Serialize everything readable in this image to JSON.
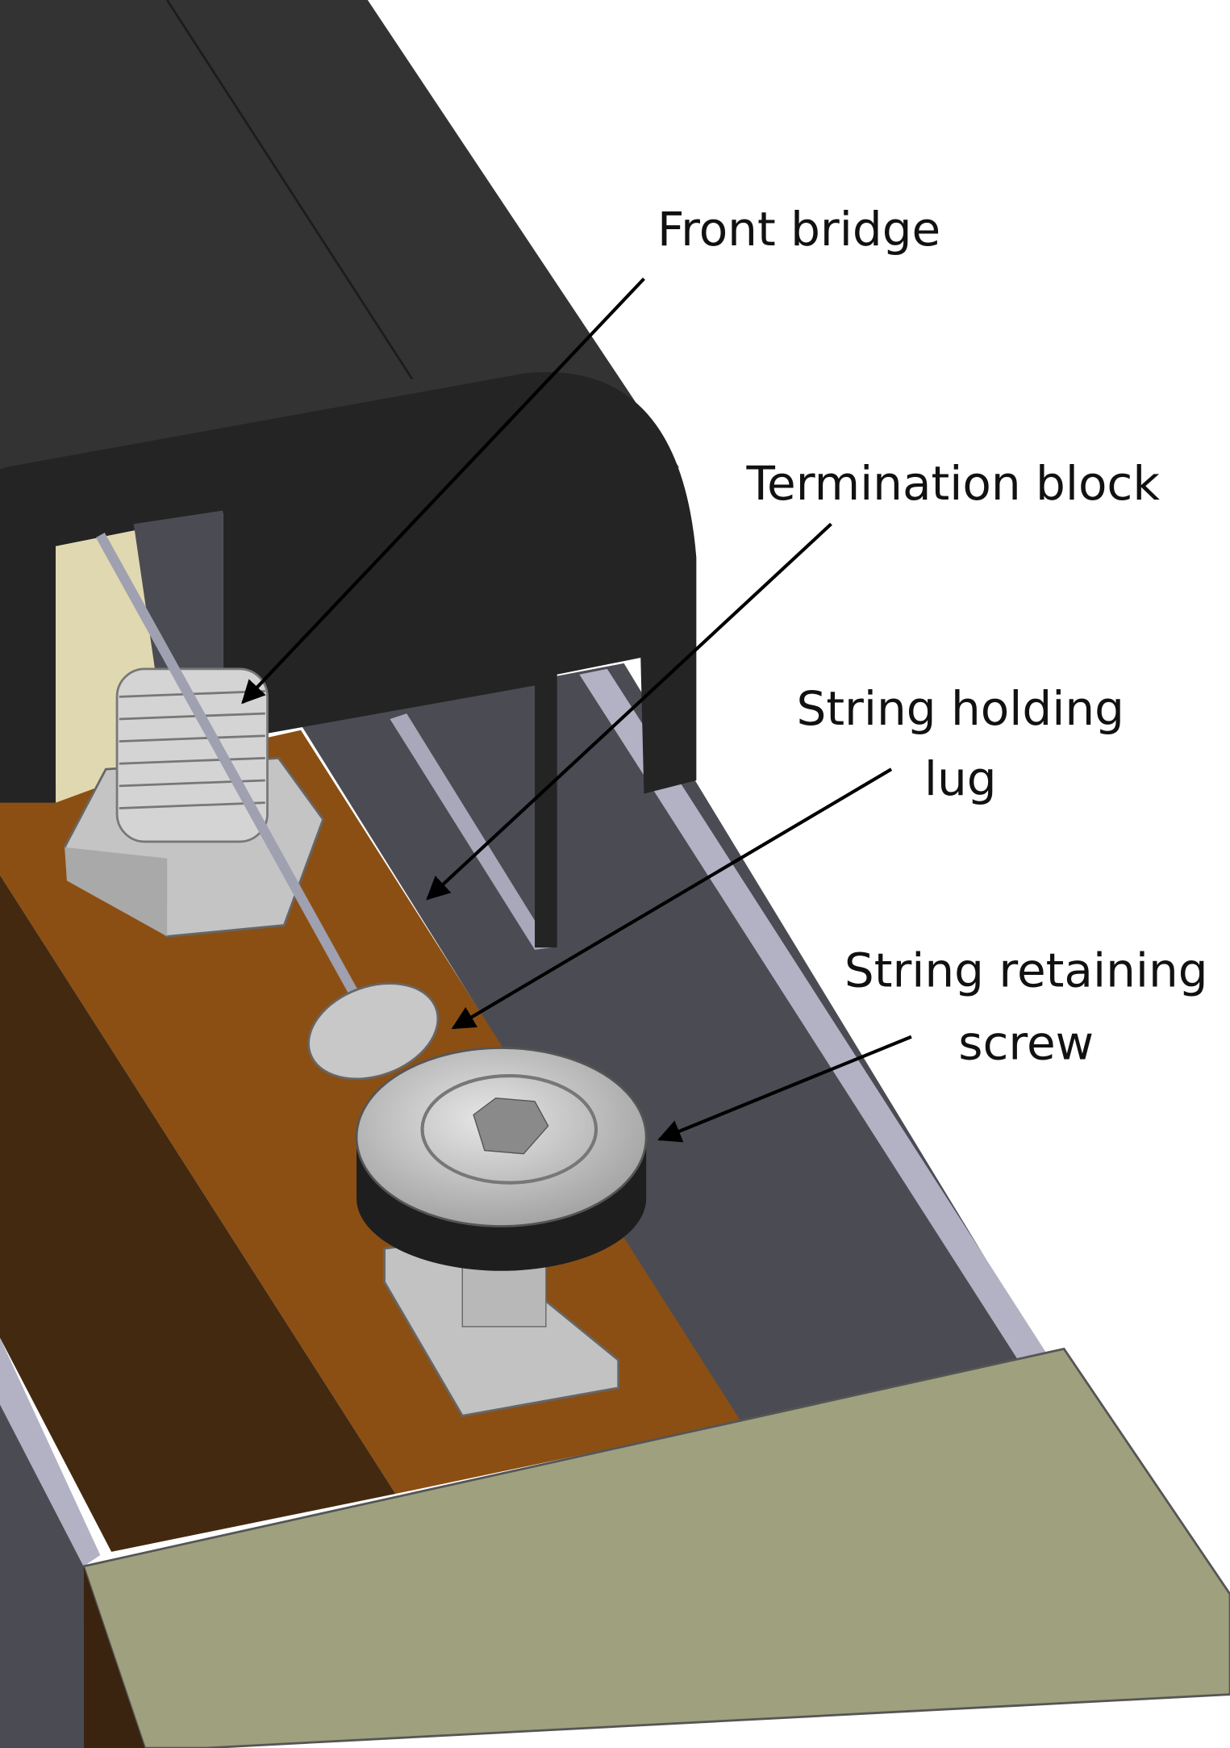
{
  "labels": {
    "front_bridge": "Front bridge",
    "termination_block": "Termination block",
    "string_holding_lug_line1": "String holding",
    "string_holding_lug_line2": "lug",
    "string_retaining_screw_line1": "String retaining",
    "string_retaining_screw_line2": "screw"
  },
  "colors": {
    "housing_top": "#333333",
    "housing_front": "#242424",
    "termination_block": "#8b4f14",
    "block_side": "#432910",
    "channel": "#4b4b53",
    "rail": "#b3b2c4",
    "plate": "#9fa07e",
    "metal": "#c8c8c8"
  }
}
